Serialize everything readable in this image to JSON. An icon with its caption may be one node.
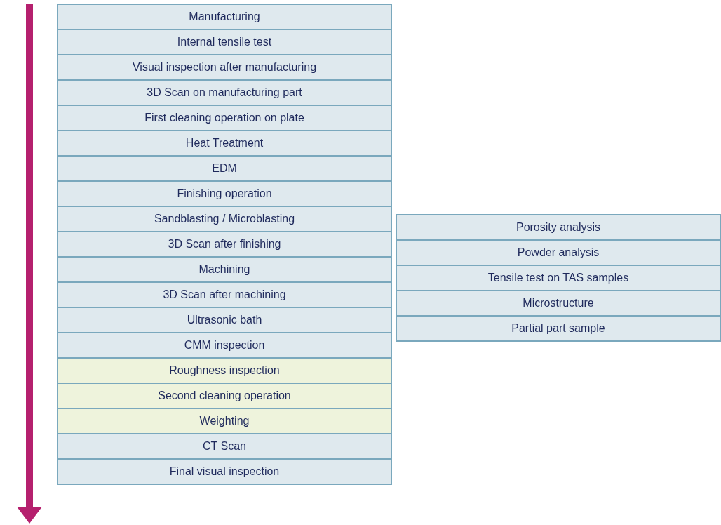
{
  "diagram": {
    "nodes": [
      {
        "text": [
          "Manufacturing"
        ]
      },
      {
        "text": [
          "Internal tensile test"
        ]
      },
      {
        "text": [
          "Visual inspection after manufacturing"
        ]
      },
      {
        "text": [
          "3D Scan on manufacturing part"
        ]
      },
      {
        "text": [
          "First cleaning operation on plate"
        ]
      },
      {
        "text": [
          "Heat Treatment"
        ]
      },
      {
        "text": [
          "EDM"
        ]
      },
      {
        "text": [
          "Finishing operation"
        ]
      },
      {
        "text": [
          "Sandblasting / Microblasting"
        ]
      },
      {
        "text": [
          "3D Scan after finishing"
        ]
      },
      {
        "text": [
          "Machining"
        ]
      },
      {
        "text": [
          "3D Scan after machining"
        ]
      },
      {
        "text": [
          "Ultrasonic bath"
        ]
      },
      {
        "text": [
          "CMM inspection"
        ]
      },
      {
        "text": [
          "Roughness inspection"
        ]
      },
      {
        "text": [
          "Second cleaning operation"
        ]
      },
      {
        "text": [
          "Weighting"
        ]
      },
      {
        "text": [
          "CT Scan"
        ]
      },
      {
        "text": [
          "Final visual inspection"
        ]
      },
      {
        "text": [
          "Porosity analysis"
        ]
      },
      {
        "text": [
          "Powder analysis"
        ]
      },
      {
        "text": [
          "Tensile test on TAS samples"
        ]
      },
      {
        "text": [
          "Microstructure"
        ]
      },
      {
        "text": [
          "Partial part sample"
        ]
      }
    ]
  }
}
